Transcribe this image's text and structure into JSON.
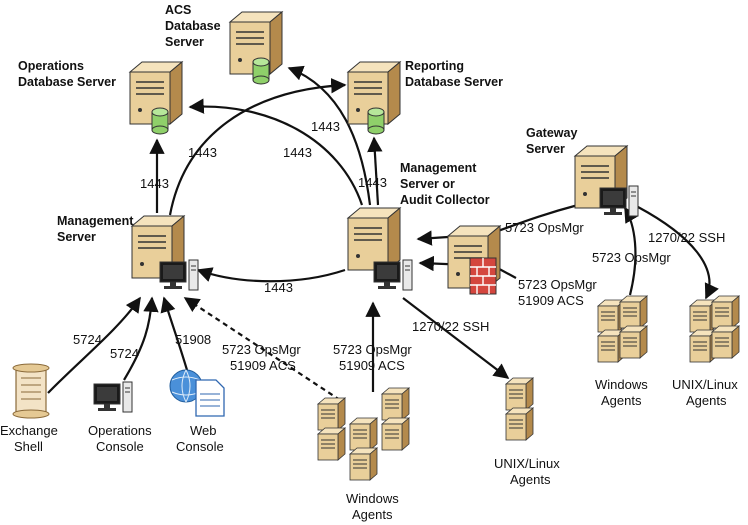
{
  "nodes": {
    "acs_db": {
      "lines": [
        "ACS",
        "Database",
        "Server"
      ]
    },
    "ops_db": {
      "lines": [
        "Operations",
        "Database Server"
      ]
    },
    "rep_db": {
      "lines": [
        "Reporting",
        "Database Server"
      ]
    },
    "mgmt": {
      "lines": [
        "Management",
        "Server"
      ]
    },
    "mgmt_ac": {
      "lines": [
        "Management",
        "Server or",
        "Audit Collector"
      ]
    },
    "gateway": {
      "lines": [
        "Gateway",
        "Server"
      ]
    },
    "exchange": {
      "lines": [
        "Exchange",
        "Shell"
      ]
    },
    "ops_console": {
      "lines": [
        "Operations",
        "Console"
      ]
    },
    "web_console": {
      "lines": [
        "Web",
        "Console"
      ]
    },
    "win_agents_center": {
      "lines": [
        "Windows",
        "Agents"
      ]
    },
    "unix_agents_center": {
      "lines": [
        "UNIX/Linux",
        "Agents"
      ]
    },
    "win_agents_right": {
      "lines": [
        "Windows",
        "Agents"
      ]
    },
    "unix_agents_right": {
      "lines": [
        "UNIX/Linux",
        "Agents"
      ]
    }
  },
  "edges": {
    "e_mgmt_opsdb": "1443",
    "e_mgmt_repdb": "1443",
    "e_ac_opsdb": "1443",
    "e_ac_acsdb": "1443",
    "e_ac_repdb": "1443",
    "e_ac_mgmt": "1443",
    "e_gw_ac": [
      "5723 OpsMgr"
    ],
    "e_fw_ac": [
      "5723 OpsMgr",
      "51909 ACS"
    ],
    "e_win_mgmt": [
      "5723 OpsMgr",
      "51909 ACS"
    ],
    "e_win_ac": [
      "5723 OpsMgr",
      "51909 ACS"
    ],
    "e_unix_ac": "1270/22 SSH",
    "e_exch_mgmt": "5724",
    "e_console_mgmt": "5724",
    "e_web_mgmt": "51908",
    "e_winr_gw": "5723 OpsMgr",
    "e_gw_unixr": "1270/22 SSH"
  },
  "colors": {
    "server_face": "#e9cf9a",
    "server_side": "#b48a4c",
    "server_top": "#f5e3bd",
    "disk": "#8fd06a",
    "firewall": "#d4463e",
    "monitor": "#1a1a1a",
    "globe": "#4a90d9",
    "scroll": "#f3e3c6"
  },
  "icons": [
    "server-icon",
    "database-icon",
    "firewall-icon",
    "monitor-icon",
    "scroll-icon",
    "globe-icon",
    "document-icon",
    "server-stack-icon"
  ]
}
